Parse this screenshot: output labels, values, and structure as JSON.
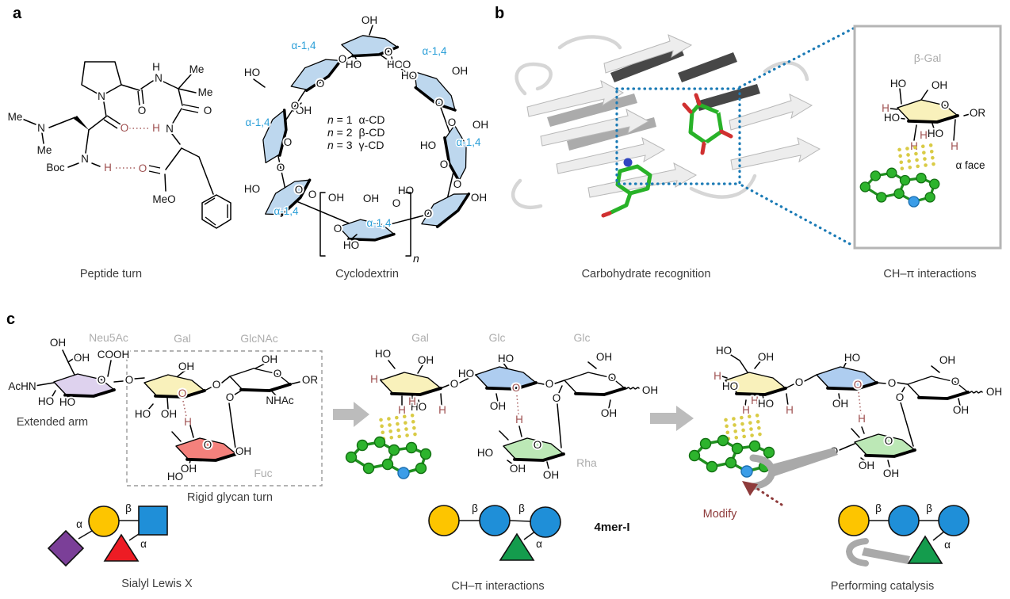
{
  "labels": {
    "OH": "OH",
    "HO": "HO",
    "O": "O",
    "H": "H",
    "N": "N",
    "Me": "Me",
    "MeO": "MeO",
    "Boc": "Boc",
    "AcHN": "AcHN",
    "NHAc": "NHAc",
    "COOH": "COOH",
    "OR": "OR",
    "n": "n"
  },
  "panel_a": {
    "label": "a",
    "peptide_caption": "Peptide turn",
    "cd_caption": "Cyclodextrin",
    "linkage": "α-1,4",
    "cd_lines": [
      {
        "var": "n",
        "rest": " = 1",
        "name": "α-CD"
      },
      {
        "var": "n",
        "rest": " = 2",
        "name": "β-CD"
      },
      {
        "var": "n",
        "rest": " = 3",
        "name": "γ-CD"
      }
    ]
  },
  "panel_b": {
    "label": "b",
    "caption": "Carbohydrate recognition",
    "inset_caption": "CH–π interactions",
    "sugar_name": "β-Gal",
    "face_label": "α face"
  },
  "panel_c": {
    "label": "c",
    "extended_arm": "Extended arm",
    "box_caption": "Rigid glycan turn",
    "left_caption": "Sialyl Lewis X",
    "mid_caption": "CH–π interactions",
    "right_caption": "Performing catalysis",
    "tag": "4mer-I",
    "modify_label": "Modify",
    "alpha": "α",
    "beta": "β",
    "residues": {
      "neu5ac": "Neu5Ac",
      "gal": "Gal",
      "glcnac": "GlcNAc",
      "fuc": "Fuc",
      "glc": "Glc",
      "rha": "Rha"
    }
  },
  "colors": {
    "sugar_blue": "#bdd7ee",
    "sugar_yellow": "#f9f1bb",
    "sugar_lavender": "#ded2ee",
    "sugar_salmon": "#f4817c",
    "sugar_green": "#bce8b6",
    "glc_blue": "#aecdf0",
    "white": "#ffffff",
    "linkage_blue": "#2b9fd8",
    "hbond_red": "#a05252",
    "ball_green": "#2db42d",
    "ball_blue": "#3b9de8",
    "dot_yellow": "#d9cb45",
    "snfg_yellow": "#fdc500",
    "snfg_blue": "#1f8fd8",
    "snfg_purple": "#7b3f98",
    "snfg_red": "#ed1c24",
    "snfg_green": "#149c4d",
    "wrench_gray": "#a9a9a9",
    "arrow_gray": "#bcbcbc",
    "modify_red": "#8e3b3b",
    "label_gray": "#adadad"
  }
}
